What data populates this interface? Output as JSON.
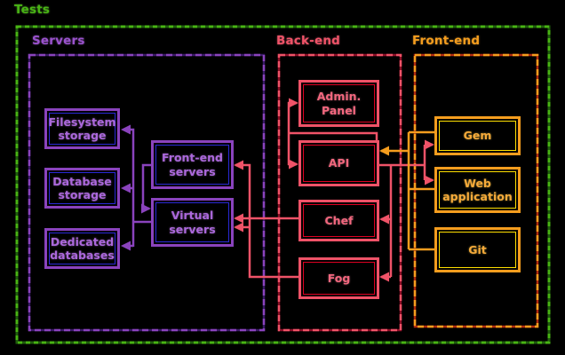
{
  "colors": {
    "background": "#000000",
    "green": "#48b414",
    "purple": "#8a43bd",
    "purple_inner_border": "#2929d6",
    "crimson": "#ef5368",
    "crimson_inner_border": "#dd0022",
    "orange": "#f59d1e",
    "orange_inner_border": "#ffdf00"
  },
  "title": {
    "label": "Tests"
  },
  "groups": {
    "servers": {
      "label": "Servers"
    },
    "backend": {
      "label": "Back-end"
    },
    "frontend": {
      "label": "Front-end"
    }
  },
  "nodes": {
    "filesystem_storage": {
      "label": "Filesystem\nstorage"
    },
    "database_storage": {
      "label": "Database\nstorage"
    },
    "dedicated_databases": {
      "label": "Dedicated\ndatabases"
    },
    "front_end_servers": {
      "label": "Front-end\nservers"
    },
    "virtual_servers": {
      "label": "Virtual\nservers"
    },
    "admin_panel": {
      "label": "Admin.\nPanel"
    },
    "api": {
      "label": "API"
    },
    "chef": {
      "label": "Chef"
    },
    "fog": {
      "label": "Fog"
    },
    "gem": {
      "label": "Gem"
    },
    "web_application": {
      "label": "Web\napplication"
    },
    "git": {
      "label": "Git"
    }
  },
  "edges": [
    {
      "from": "front_end_servers",
      "to": "virtual_servers",
      "color": "purple"
    },
    {
      "from": "virtual_servers",
      "to": "filesystem_storage",
      "color": "purple"
    },
    {
      "from": "virtual_servers",
      "to": "database_storage",
      "color": "purple"
    },
    {
      "from": "virtual_servers",
      "to": "dedicated_databases",
      "color": "purple"
    },
    {
      "from": "api",
      "to": "admin_panel",
      "color": "crimson"
    },
    {
      "from": "api",
      "to": "api",
      "color": "crimson"
    },
    {
      "from": "api",
      "to": "gem",
      "color": "crimson"
    },
    {
      "from": "api",
      "to": "web_application",
      "color": "crimson"
    },
    {
      "from": "api",
      "to": "chef",
      "color": "crimson"
    },
    {
      "from": "api",
      "to": "fog",
      "color": "crimson"
    },
    {
      "from": "chef",
      "to": "virtual_servers",
      "color": "crimson"
    },
    {
      "from": "fog",
      "to": "virtual_servers",
      "color": "crimson"
    },
    {
      "from": "fog",
      "to": "front_end_servers",
      "color": "crimson"
    },
    {
      "from": "gem",
      "to": "api",
      "color": "orange"
    },
    {
      "from": "web_application",
      "to": "api",
      "color": "orange"
    },
    {
      "from": "git",
      "to": "api",
      "color": "orange"
    }
  ]
}
